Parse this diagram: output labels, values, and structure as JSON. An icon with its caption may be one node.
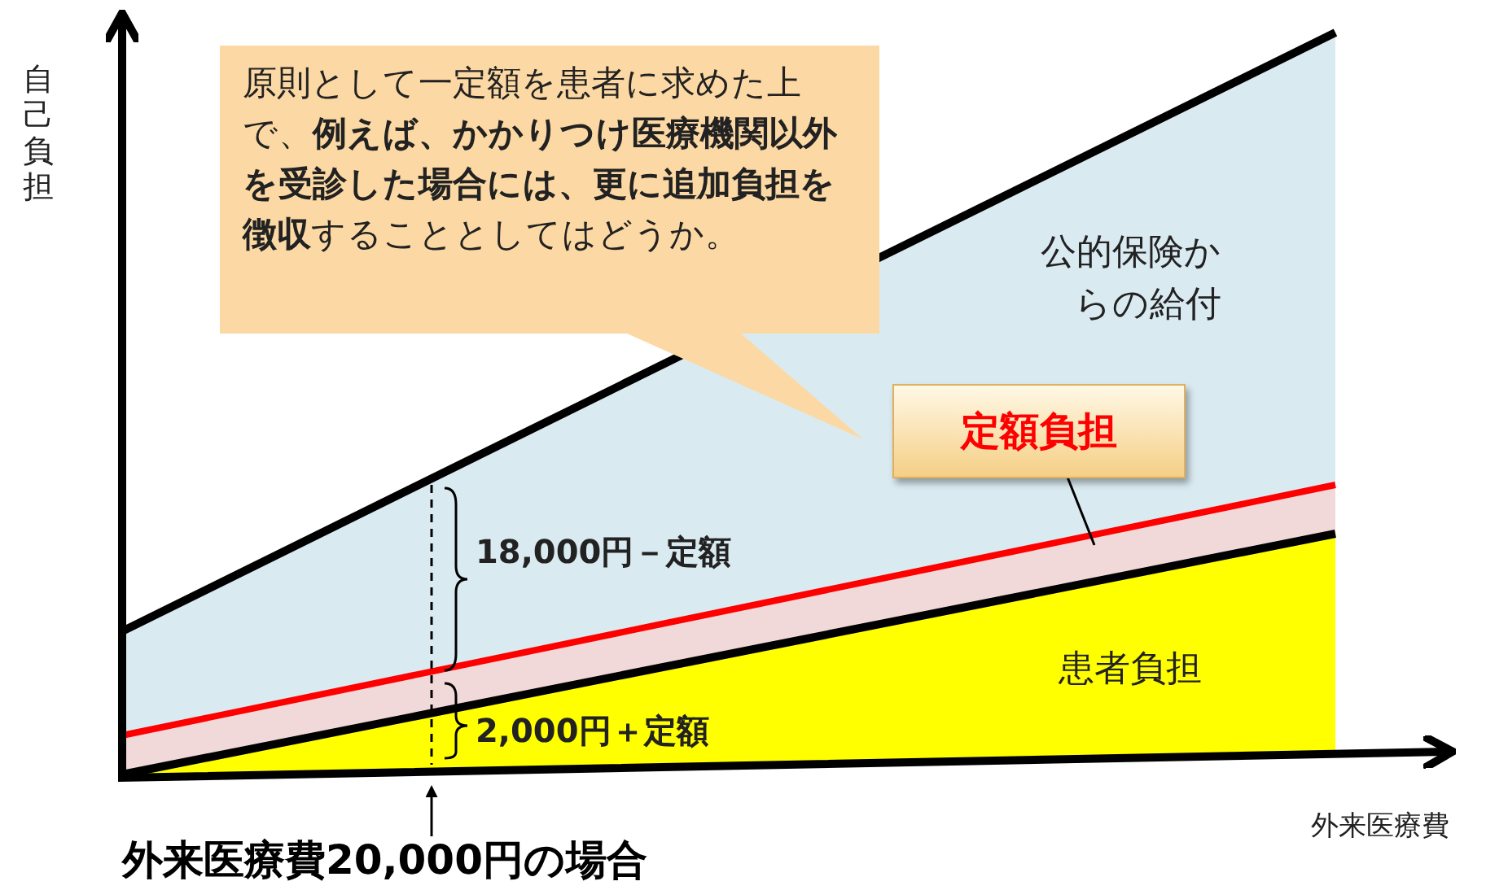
{
  "diagram": {
    "nodes": [
      {
        "text": [
          "原則として一定額を患者に求めた上で、**例えば、かかりつけ医療機関以外を受診した場合には、更に追加負担を徴収**することとしてはどうか。"
        ]
      },
      {
        "text": [
          "定額負担"
        ]
      },
      {
        "text": [],
        "shape": "band"
      },
      {
        "text": [
          "外来医療費20,000円の場合"
        ]
      }
    ],
    "edges": [
      {
        "from": 1,
        "to": 2,
        "arrow": "none"
      },
      {
        "from": 3,
        "to": null,
        "arrow": "to"
      }
    ],
    "labels": [
      "自己負担",
      "公的保険からの給付",
      "18,000円－定額",
      "2,000円＋定額",
      "患者負担",
      "外来医療費"
    ]
  }
}
